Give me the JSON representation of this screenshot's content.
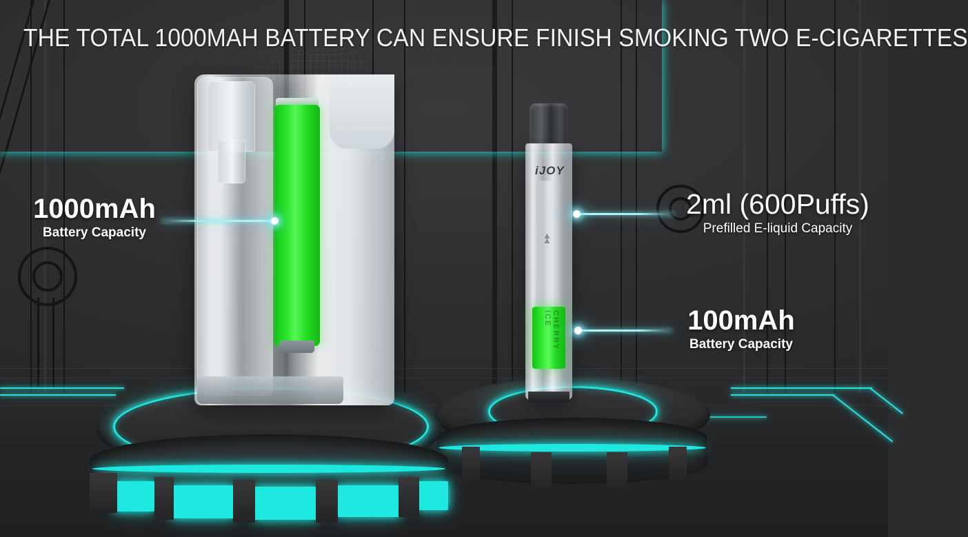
{
  "headline": "THE TOTAL 1000MAH BATTERY CAN ENSURE FINISH SMOKING TWO E-CIGARETTES",
  "colors": {
    "background": "#2e2e30",
    "accent_cyan": "#1ee8e0",
    "leader_cyan": "#9ff0f5",
    "battery_green": "#2ce62c",
    "text": "#ffffff"
  },
  "callouts": [
    {
      "id": "case-battery",
      "value": "1000mAh",
      "label": "Battery Capacity",
      "side": "left"
    },
    {
      "id": "eliquid",
      "value": "2ml (600Puffs)",
      "label": "Prefilled E-liquid Capacity",
      "side": "right"
    },
    {
      "id": "pod-battery",
      "value": "100mAh",
      "label": "Battery Capacity",
      "side": "right"
    }
  ],
  "products": {
    "charging_case": {
      "name": "charging-case",
      "battery_color": "#2ce62c"
    },
    "pod_device": {
      "name": "pod-device",
      "brand": "iJOY",
      "flavor": "CHERRY ICE"
    }
  }
}
